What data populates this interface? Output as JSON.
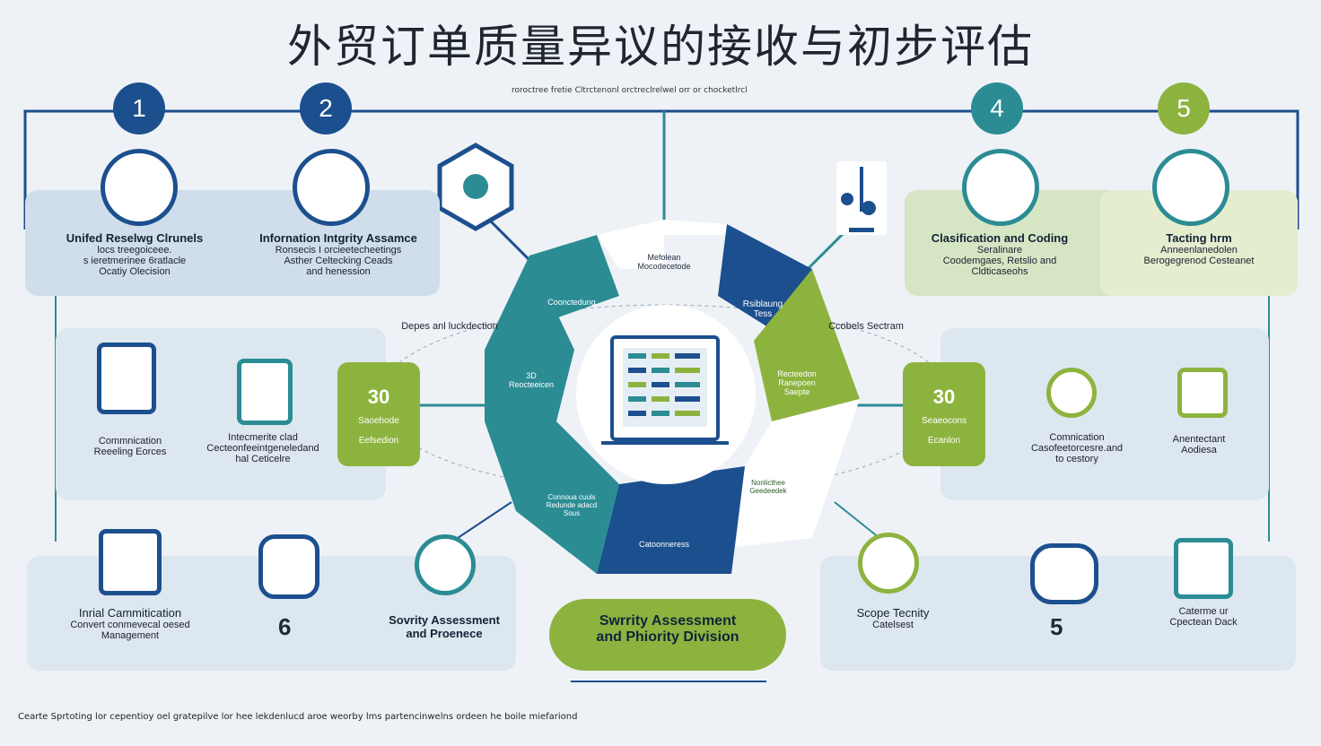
{
  "title": "外贸订单质量异议的接收与初步评估",
  "subtitle": "roroctree fretie Cltrctenonl orctreclrelwel orr or chocketlrcl",
  "colors": {
    "navy": "#1c4f8e",
    "teal": "#2b8c94",
    "green": "#8db33f",
    "panel_blue": "#cfdeea",
    "panel_green": "#d6e6c4"
  },
  "steps": {
    "s1": {
      "num": "1",
      "title": "Unifed Reselwg Clrunels",
      "line1": "locs treegoiceee.",
      "line2": "s ieretmerinee 6ratlacle",
      "line3": "Ocatiy Olecision"
    },
    "s2": {
      "num": "2",
      "title": "Infornation Intgrity Assamce",
      "line1": "Ronsecis I orcieetecheetings",
      "line2": "Asther Celtecking Ceads",
      "line3": "and henession"
    },
    "s4": {
      "num": "4",
      "title": "Clasification and Coding",
      "line1": "Seralinare",
      "line2": "Coodemgaes, Retslio and",
      "line3": "Cldticaseohs"
    },
    "s5": {
      "num": "5",
      "title": "Tacting hrm",
      "line1": "Anneenlanedolen",
      "line2": "Berogegrenod Cesteanet"
    }
  },
  "middle": {
    "left1": {
      "line1": "Commnication",
      "line2": "Reeeling Eorces"
    },
    "left2": {
      "line1": "Intecmerite clad",
      "line2": "Cecteonfeeintgeneledand",
      "line3": "hal Ceticelre"
    },
    "box_left": {
      "num": "30",
      "line1": "Saoehode",
      "line2": "Eefsedion"
    },
    "box_right": {
      "num": "30",
      "line1": "Seaeocons",
      "line2": "Ecanlon"
    },
    "right1": {
      "line1": "Comnication",
      "line2": "Casofeetorcesre.and",
      "line3": "to cestory"
    },
    "right2": {
      "line1": "Anentectant",
      "line2": "Aodiesa"
    },
    "caption_left": "Depes anl luckdection",
    "caption_right": "Ccobels Sectram"
  },
  "wheel": {
    "seg_top": {
      "line1": "Mefolean",
      "line2": "Mocodecetode"
    },
    "seg_tr": {
      "line1": "Rsiblaung",
      "line2": "Tess"
    },
    "seg_tl": "Coonctedung",
    "seg_l": {
      "line1": "3D",
      "line2": "Reocteeicen"
    },
    "seg_r": {
      "line1": "Recteedon",
      "line2": "Ranepoen",
      "line3": "Saepte"
    },
    "seg_bl": {
      "line1": "Connoua cuuls",
      "line2": "Redunde adacd",
      "line3": "Sous"
    },
    "seg_b": "Catoonneress",
    "seg_br": {
      "line1": "Nonlicthee",
      "line2": "Geedeedek"
    }
  },
  "bottom": {
    "b1": {
      "line1": "Inrial Cammitication",
      "line2": "Convert conmevecal oesed",
      "line3": "Management"
    },
    "b2_num": "6",
    "b3": {
      "line1": "Sovrity Assessment",
      "line2": "and Proenece"
    },
    "pill": {
      "line1": "Swrrity Assessment",
      "line2": "and Phiority Division"
    },
    "b4": {
      "line1": "Scope Tecnity",
      "line2": "Catelsest"
    },
    "b5_num": "5",
    "b6": {
      "line1": "Caterme ur",
      "line2": "Cpectean Dack"
    }
  },
  "footer": "Cearte Sprtoting lor cepentioy oel gratepilve lor hee lekdenlucd aroe weorby lms partencinwelns ordeen he boile miefariond"
}
